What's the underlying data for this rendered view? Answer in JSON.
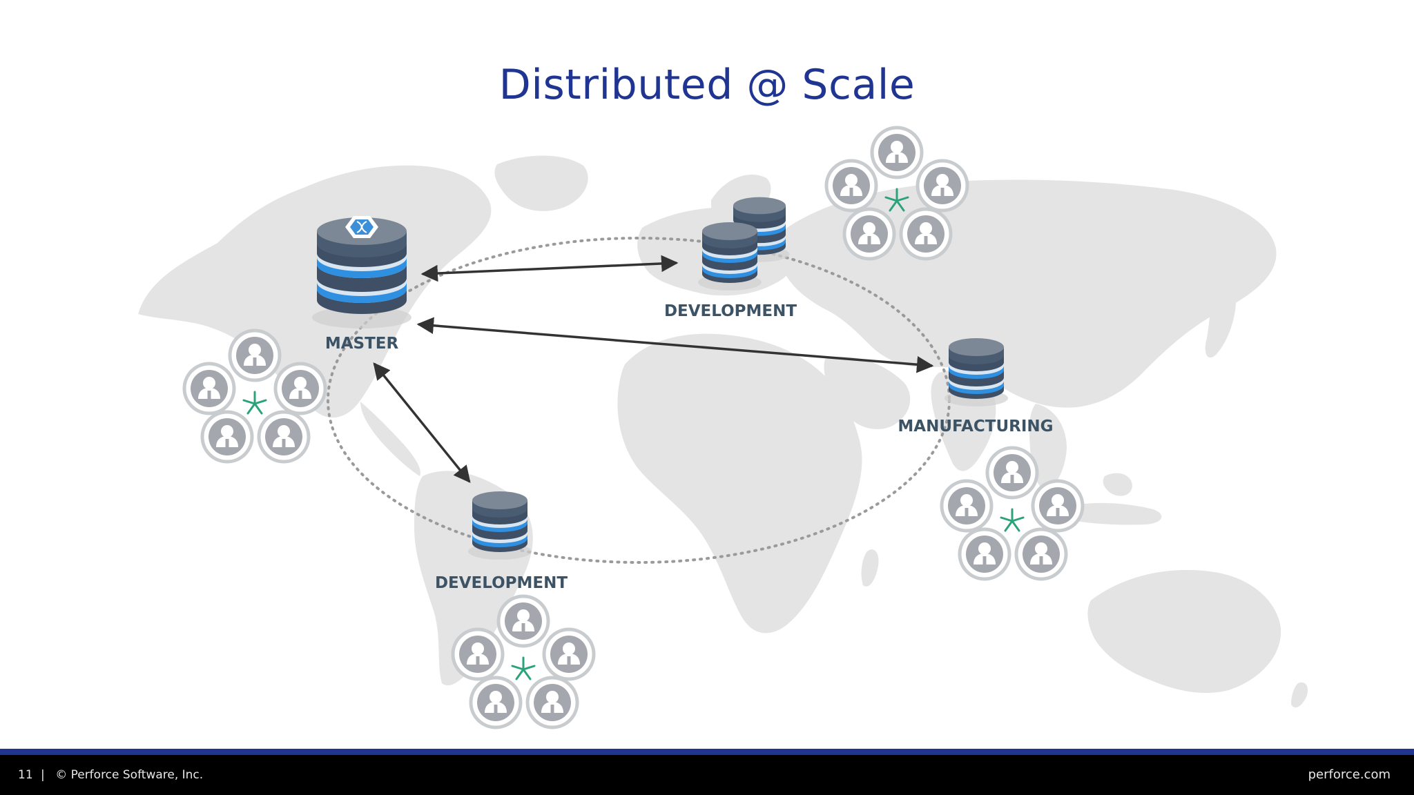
{
  "slide": {
    "title": "Distributed @ Scale"
  },
  "nodes": {
    "master": {
      "label": "MASTER"
    },
    "development_europe": {
      "label": "DEVELOPMENT"
    },
    "manufacturing": {
      "label": "MANUFACTURING"
    },
    "development_south_america": {
      "label": "DEVELOPMENT"
    }
  },
  "footer": {
    "page_number": "11",
    "separator": "|",
    "copyright": "© Perforce Software, Inc.",
    "website": "perforce.com"
  },
  "colors": {
    "title": "#1f3591",
    "footer_band": "#000000",
    "footer_accent": "#1f3591",
    "map_land": "#e4e4e4",
    "db_dark": "#3f5066",
    "db_blue": "#2f8fe0",
    "user_icon": "#a4a8ae",
    "star_icon": "#2ba37a"
  }
}
